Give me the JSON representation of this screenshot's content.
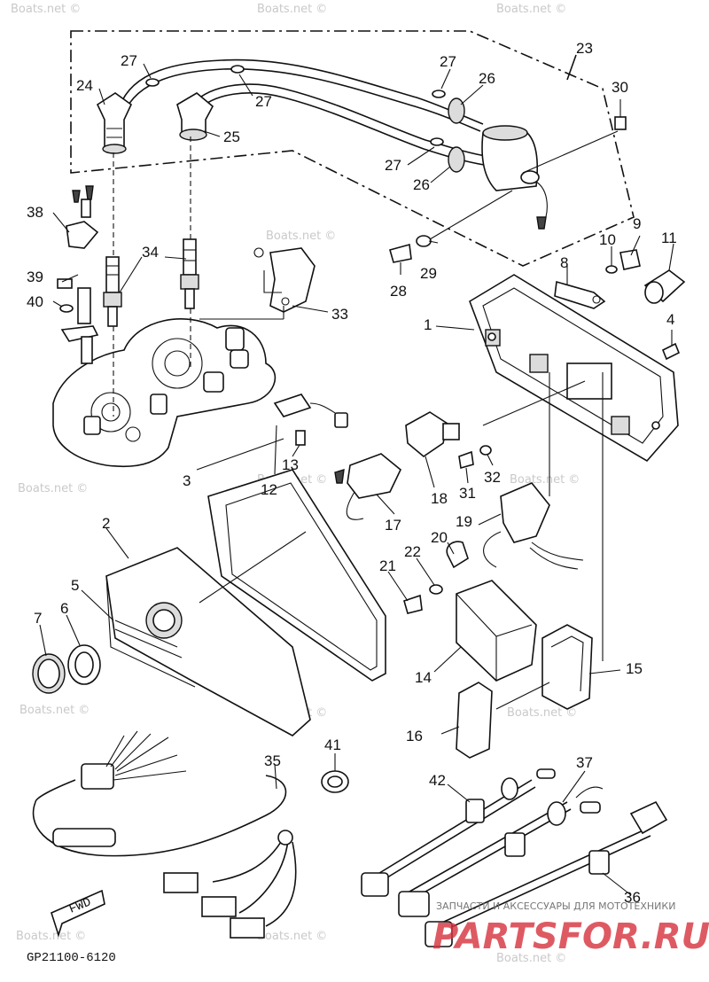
{
  "diagram_code": "GP21100-6120",
  "watermark": "Boats.net ©",
  "shop_tagline": "ЗАПЧАСТИ И АКСЕССУАРЫ ДЛЯ МОТОТЕХНИКИ",
  "shop_logo": "PARTSFOR.RU",
  "fwd_label": "FWD",
  "callouts": {
    "c1": "1",
    "c2": "2",
    "c3": "3",
    "c4": "4",
    "c5": "5",
    "c6": "6",
    "c7": "7",
    "c8": "8",
    "c9": "9",
    "c10": "10",
    "c11": "11",
    "c12": "12",
    "c13": "13",
    "c14": "14",
    "c15": "15",
    "c16": "16",
    "c17": "17",
    "c18": "18",
    "c19": "19",
    "c20": "20",
    "c21": "21",
    "c22": "22",
    "c23": "23",
    "c24": "24",
    "c25": "25",
    "c26": "26",
    "c27": "27",
    "c28": "28",
    "c29": "29",
    "c30": "30",
    "c31": "31",
    "c32": "32",
    "c33": "33",
    "c34": "34",
    "c35": "35",
    "c36": "36",
    "c37": "37",
    "c38": "38",
    "c39": "39",
    "c40": "40",
    "c41": "41",
    "c42": "42"
  }
}
